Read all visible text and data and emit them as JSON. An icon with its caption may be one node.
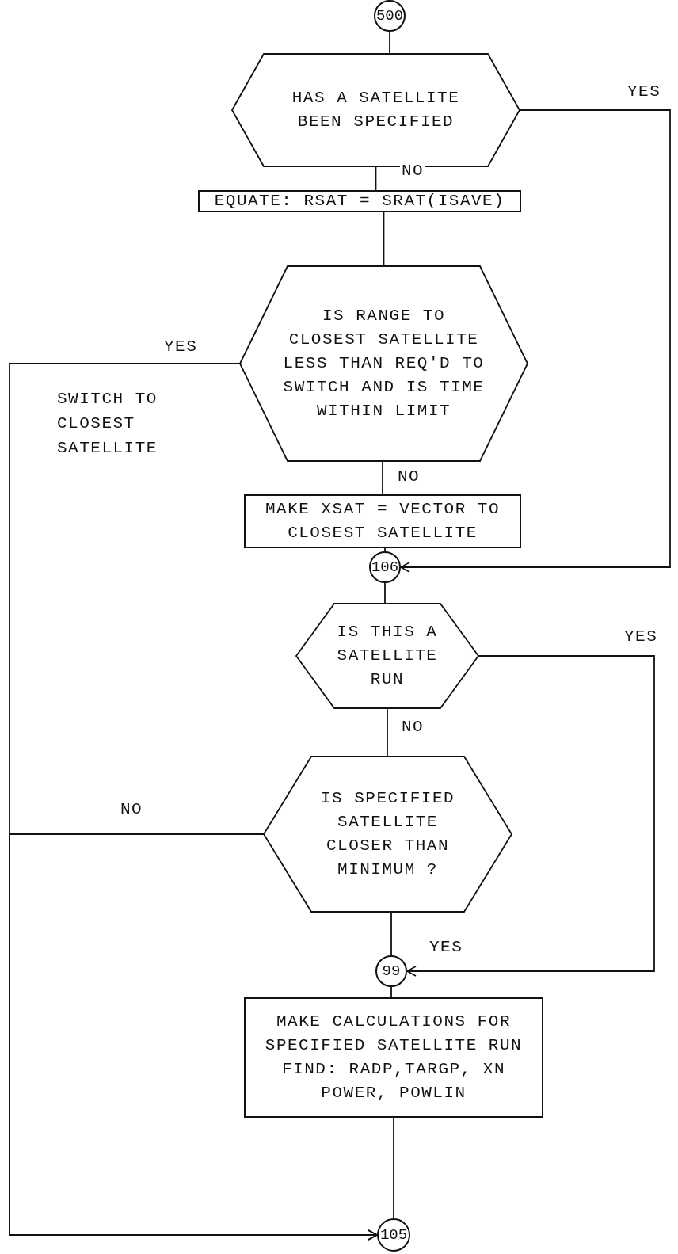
{
  "diagram": {
    "nodes": [
      {
        "text": [
          "500"
        ]
      },
      {
        "text": [
          "HAS A SATELLITE BEEN SPECIFIED"
        ]
      },
      {
        "text": [
          "EQUATE: RSAT = SRAT(ISAVE)"
        ]
      },
      {
        "text": [
          "IS RANGE TO CLOSEST SATELLITE LESS THAN REQ'D TO SWITCH AND IS TIME WITHIN LIMIT"
        ]
      },
      {
        "text": [
          "MAKE XSAT = VECTOR TO CLOSEST SATELLITE"
        ]
      },
      {
        "text": [
          "106"
        ]
      },
      {
        "text": [
          "IS THIS A SATELLITE RUN"
        ]
      },
      {
        "text": [
          "IS SPECIFIED SATELLITE CLOSER THAN MINIMUM ?"
        ]
      },
      {
        "text": [
          "99"
        ]
      },
      {
        "text": [
          "MAKE CALCULATIONS FOR SPECIFIED SATELLITE RUN FIND: RADP,TARGP, XN POWER, POWLIN"
        ]
      },
      {
        "text": [
          "105"
        ]
      }
    ],
    "edges": [
      {
        "from": 0,
        "to": 1,
        "arrow": "none"
      },
      {
        "from": 1,
        "to": 2,
        "arrow": "none",
        "label": "NO"
      },
      {
        "from": 2,
        "to": 3,
        "arrow": "none"
      },
      {
        "from": 3,
        "to": 4,
        "arrow": "none",
        "label": "NO"
      },
      {
        "from": 1,
        "to": 5,
        "arrow": "to",
        "label": "YES"
      },
      {
        "from": 3,
        "to": 10,
        "arrow": "to",
        "label": "YES"
      },
      {
        "from": 4,
        "to": 5,
        "arrow": "none"
      },
      {
        "from": 5,
        "to": 6,
        "arrow": "none"
      },
      {
        "from": 6,
        "to": 7,
        "arrow": "none",
        "label": "NO"
      },
      {
        "from": 6,
        "to": 8,
        "arrow": "to",
        "label": "YES"
      },
      {
        "from": 7,
        "to": 8,
        "arrow": "none",
        "label": "YES"
      },
      {
        "from": 7,
        "to": 10,
        "arrow": "to",
        "label": "NO"
      },
      {
        "from": 8,
        "to": 9,
        "arrow": "none"
      },
      {
        "from": 9,
        "to": 10,
        "arrow": "none"
      }
    ],
    "labels": [
      "SWITCH TO CLOSEST SATELLITE"
    ]
  }
}
